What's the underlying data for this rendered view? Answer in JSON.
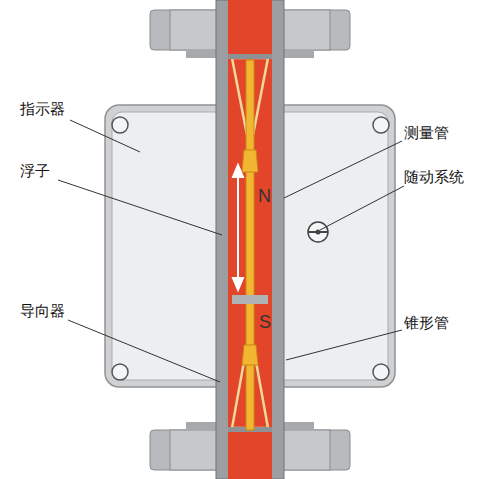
{
  "diagram": {
    "labels": [
      "指示器",
      "浮子",
      "导向器",
      "测量管",
      "随动系统",
      "锥形管",
      "N",
      "S"
    ]
  }
}
